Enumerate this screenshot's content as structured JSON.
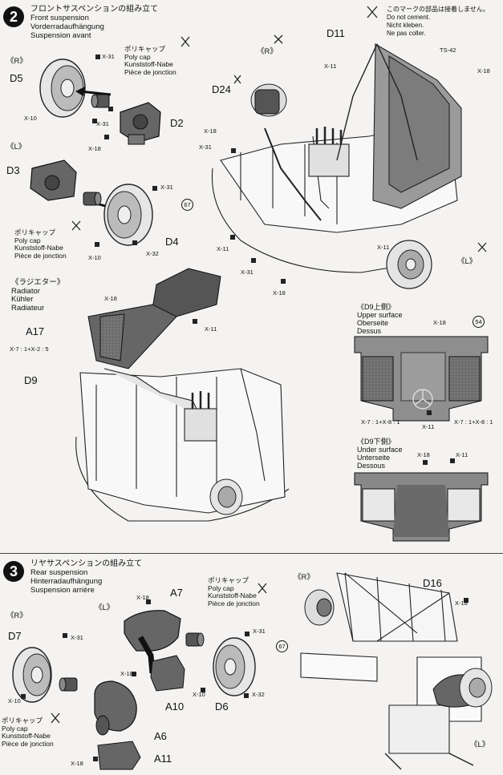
{
  "notice": {
    "jp": "このマークの部品は接着しません。",
    "en": "Do not cement.",
    "de": "Nicht kleben.",
    "fr": "Ne pas coller."
  },
  "step2": {
    "number": "2",
    "title_jp": "フロントサスペンションの組み立て",
    "title_en": "Front suspension",
    "title_de": "Vorderradaufhängung",
    "title_fr": "Suspension avant",
    "right_label": "《R》",
    "left_label": "《L》",
    "polycap": {
      "jp": "ポリキャップ",
      "en": "Poly cap",
      "de": "Kunststoff-Nabe",
      "fr": "Pièce de jonction"
    },
    "parts": {
      "d5": "D5",
      "d2": "D2",
      "d3": "D3",
      "d4": "D4",
      "d11": "D11",
      "d24": "D24",
      "ts42": "TS-42",
      "x31": "X-31",
      "x10": "X-10",
      "x18": "X-18",
      "x11": "X-11",
      "x32": "X-32"
    },
    "paint_67": "67"
  },
  "radiator": {
    "label_jp": "《ラジエター》",
    "en": "Radiator",
    "de": "Kühler",
    "fr": "Radiateur",
    "a17": "A17",
    "d9": "D9",
    "x18": "X-18",
    "x11": "X-11",
    "mix": "X-7 : 1+X-2 : 5"
  },
  "d9_upper": {
    "title": "《D9上側》",
    "en": "Upper surface",
    "de": "Oberseite",
    "fr": "Dessus",
    "x18": "X-18",
    "paint_54": "54",
    "x11": "X-11",
    "mix_left": "X-7 : 1+X-8 : 1",
    "mix_right": "X-7 : 1+X-8 : 1"
  },
  "d9_lower": {
    "title": "《D9下側》",
    "en": "Under surface",
    "de": "Unterseite",
    "fr": "Dessous",
    "x18": "X-18",
    "x11": "X-11"
  },
  "step3": {
    "number": "3",
    "title_jp": "リヤサスペンションの組み立て",
    "title_en": "Rear suspension",
    "title_de": "Hinterradaufhängung",
    "title_fr": "Suspension arrière",
    "right_label": "《R》",
    "left_label": "《L》",
    "polycap": {
      "jp": "ポリキャップ",
      "en": "Poly cap",
      "de": "Kunststoff-Nabe",
      "fr": "Pièce de jonction"
    },
    "parts": {
      "d7": "D7",
      "a7": "A7",
      "a6": "A6",
      "a10": "A10",
      "a11": "A11",
      "d6": "D6",
      "d16": "D16",
      "x31": "X-31",
      "x10": "X-10",
      "x18": "X-18",
      "x32": "X-32"
    },
    "paint_67": "67"
  }
}
